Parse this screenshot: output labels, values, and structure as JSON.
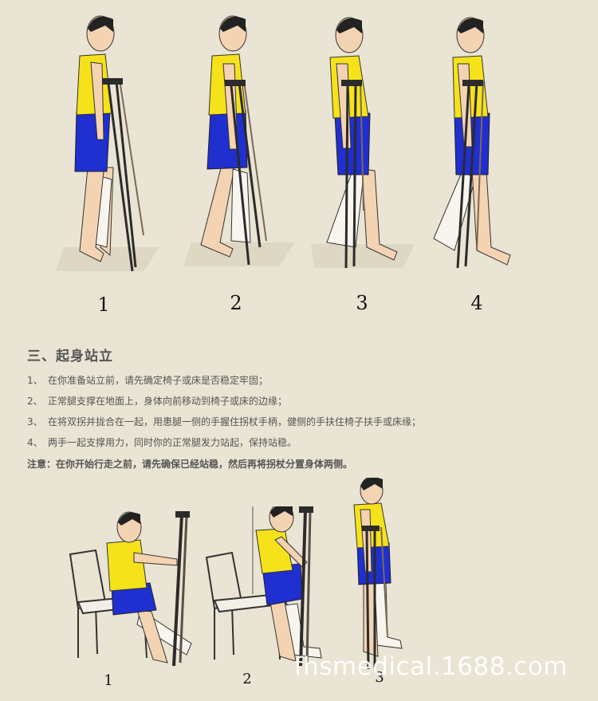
{
  "top_figures": [
    {
      "label": "1"
    },
    {
      "label": "2"
    },
    {
      "label": "3"
    },
    {
      "label": "4"
    }
  ],
  "section": {
    "title": "三、起身站立",
    "steps": [
      {
        "index": "1、",
        "text": "在你准备站立前，请先确定椅子或床是否稳定牢固；"
      },
      {
        "index": "2、",
        "text": "正常腿支撑在地面上，身体向前移动到椅子或床的边缘；"
      },
      {
        "index": "3、",
        "text": "在将双拐并拢合在一起，用患腿一侧的手握住拐杖手柄，健侧的手扶住椅子扶手或床缘；"
      },
      {
        "index": "4、",
        "text": "两手一起支撑用力，同时你的正常腿发力站起，保持站稳。"
      }
    ],
    "note": "注意：在你开始行走之前，请先确保已经站稳，然后再将拐杖分置身体两侧。"
  },
  "bottom_figures": [
    {
      "label": "1"
    },
    {
      "label": "2"
    },
    {
      "label": "3"
    }
  ],
  "watermark": "fhsmedical.1688.com",
  "colors": {
    "background": "#e9e4d3",
    "shirt": "#f5e21a",
    "shorts": "#1f2fd0",
    "skin": "#f4d3b3",
    "cast": "#f7f5ee",
    "crutch": "#2b2b2b"
  }
}
